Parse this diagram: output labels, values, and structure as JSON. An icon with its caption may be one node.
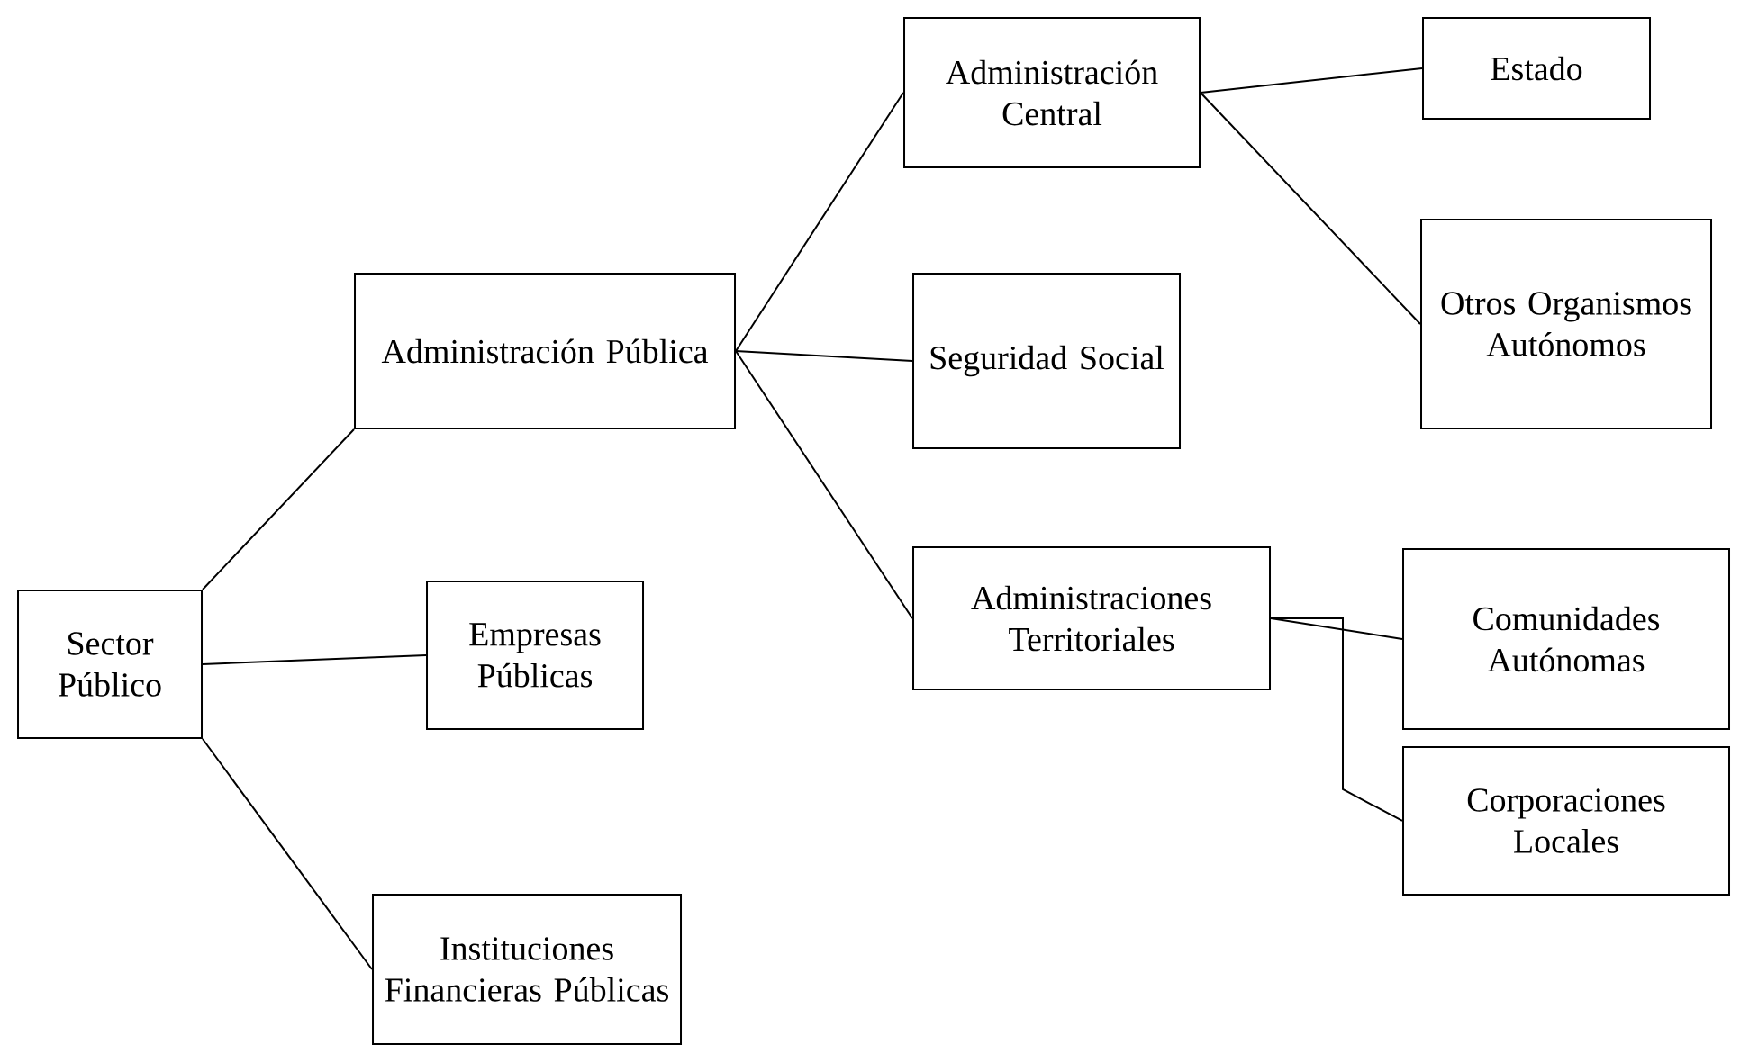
{
  "diagram": {
    "nodes": [
      {
        "text": [
          "Sector Público"
        ]
      },
      {
        "text": [
          "Administración Pública"
        ]
      },
      {
        "text": [
          "Empresas Públicas"
        ]
      },
      {
        "text": [
          "Instituciones Financieras Públicas"
        ]
      },
      {
        "text": [
          "Administración Central"
        ]
      },
      {
        "text": [
          "Seguridad Social"
        ]
      },
      {
        "text": [
          "Administraciones Territoriales"
        ]
      },
      {
        "text": [
          "Estado"
        ]
      },
      {
        "text": [
          "Otros Organismos Autónomos"
        ]
      },
      {
        "text": [
          "Comunidades Autónomas"
        ]
      },
      {
        "text": [
          "Corporaciones Locales"
        ]
      }
    ],
    "edges": [
      {
        "from": 0,
        "to": 1,
        "arrow": "none"
      },
      {
        "from": 0,
        "to": 2,
        "arrow": "none"
      },
      {
        "from": 0,
        "to": 3,
        "arrow": "none"
      },
      {
        "from": 1,
        "to": 4,
        "arrow": "none"
      },
      {
        "from": 1,
        "to": 5,
        "arrow": "none"
      },
      {
        "from": 1,
        "to": 6,
        "arrow": "none"
      },
      {
        "from": 4,
        "to": 7,
        "arrow": "none"
      },
      {
        "from": 4,
        "to": 8,
        "arrow": "none"
      },
      {
        "from": 6,
        "to": 9,
        "arrow": "none"
      },
      {
        "from": 6,
        "to": 10,
        "arrow": "none"
      }
    ]
  }
}
